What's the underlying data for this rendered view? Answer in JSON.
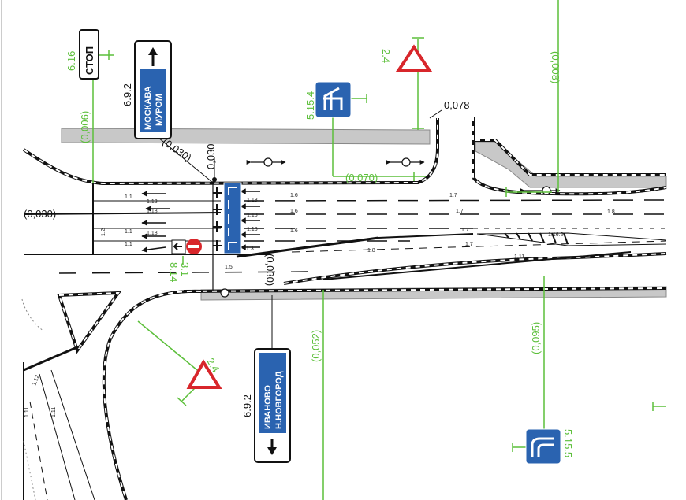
{
  "diagram": {
    "colors": {
      "road_edge": "#111111",
      "island": "#c8c8c8",
      "dimension": "#5cbf3a",
      "sign_blue": "#2a63b0",
      "sign_red": "#d8262b"
    },
    "signs": {
      "stop_text": "СТОП",
      "stop_code": "6.16",
      "moskva_code": "6.9.2",
      "moskva_line1": "МОСКАВА",
      "moskva_line2": "МУРОМ",
      "ivanovo_code": "6.9.2",
      "ivanovo_line1": "ИВАНОВО",
      "ivanovo_line2": "Н.НОВГОРОД",
      "lane_sign_left_code": "5.15.4",
      "lane_sign_right_code": "5.15.5",
      "yield_top_code": "2.4",
      "yield_bottom_code": "2.4",
      "no_entry_code": "3.1",
      "arrow_plate_code": "8.14"
    },
    "dimensions": {
      "top_right_vertical": "(0,008)",
      "left_top_vertical": "(0,006)",
      "upper_kerb": "(0,070)",
      "left_edge": "(0,030)",
      "diagonal": "(0,030)",
      "upper_small": "0,030",
      "right_upper": "0,078",
      "lower_center": "(0,030)",
      "lower_vertical_mid": "(0,052)",
      "lower_vertical_right": "(0,095)"
    },
    "markings": {
      "m1_1a": "1.1",
      "m1_1b": "1.1",
      "m1_1c": "1.1",
      "m1_18a": "1.18",
      "m1_18b": "1.18",
      "m1_18c": "1.18",
      "m1_18d": "1.18",
      "m1_18e": "1.18",
      "m1_18f": "1.18",
      "m1_6a": "1.6",
      "m1_6b": "1.6",
      "m1_6c": "1.6",
      "m1_7a": "1.7",
      "m1_7b": "1.7",
      "m1_7c": "1.7",
      "m1_7d": "1.7",
      "m1_8a": "1.8",
      "m1_8b": "1.8",
      "m1_11a": "1.11",
      "m1_11b": "1.11",
      "m1_11c": "1.11",
      "m1_16": "1.16.2",
      "m1_5": "1.5",
      "m1_3": "1.3",
      "m1_12": "1.12",
      "m1_2": "1.2"
    }
  }
}
